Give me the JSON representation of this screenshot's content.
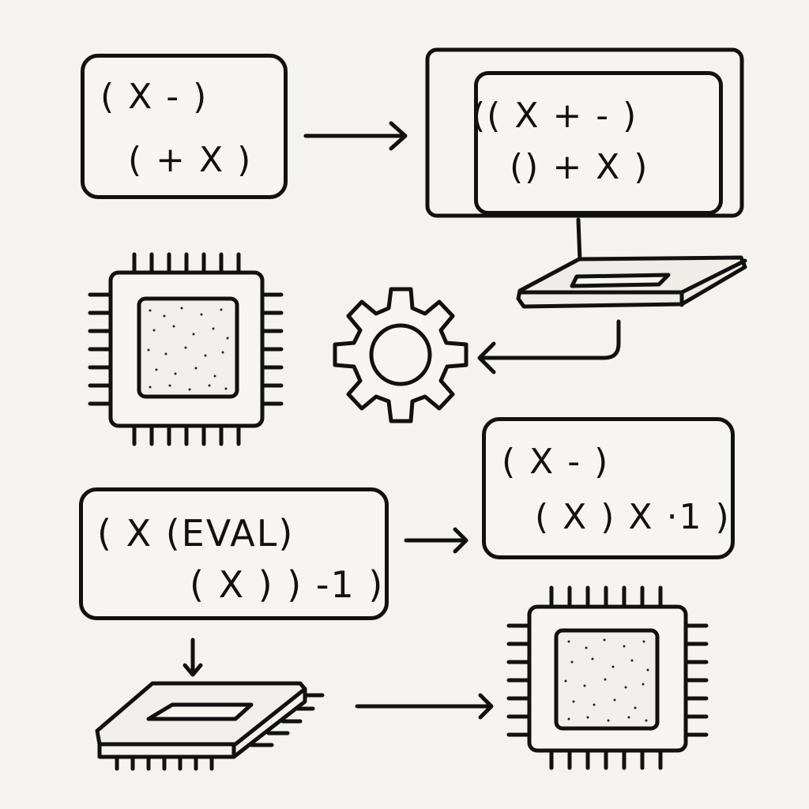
{
  "diagram": {
    "background_color": "#f4f3ef",
    "stroke_color": "#111111",
    "nodes": {
      "expr_box_1": {
        "line1": "( X - )",
        "line2": "( + X )"
      },
      "monitor": {
        "screen_line1": "(( X + - )",
        "screen_line2": "() + X )"
      },
      "chip_1": {
        "icon": "cpu-chip-icon"
      },
      "gear": {
        "icon": "gear-icon"
      },
      "expr_box_eval": {
        "line1": "( X (EVAL)",
        "line2": "( X ) ) -1 )"
      },
      "expr_box_2": {
        "line1": "( X - )",
        "line2": "( X ) X ·1 )"
      },
      "chip_flat": {
        "icon": "chip-perspective-icon"
      },
      "chip_2": {
        "icon": "cpu-chip-icon"
      }
    },
    "edges": [
      {
        "from": "expr_box_1",
        "to": "monitor",
        "icon": "arrow-right-icon"
      },
      {
        "from": "monitor",
        "to": "gear",
        "icon": "arrow-left-icon"
      },
      {
        "from": "expr_box_eval",
        "to": "expr_box_2",
        "icon": "arrow-right-icon"
      },
      {
        "from": "expr_box_eval",
        "to": "chip_flat",
        "icon": "arrow-down-icon"
      },
      {
        "from": "chip_flat",
        "to": "chip_2",
        "icon": "arrow-right-icon"
      }
    ]
  }
}
